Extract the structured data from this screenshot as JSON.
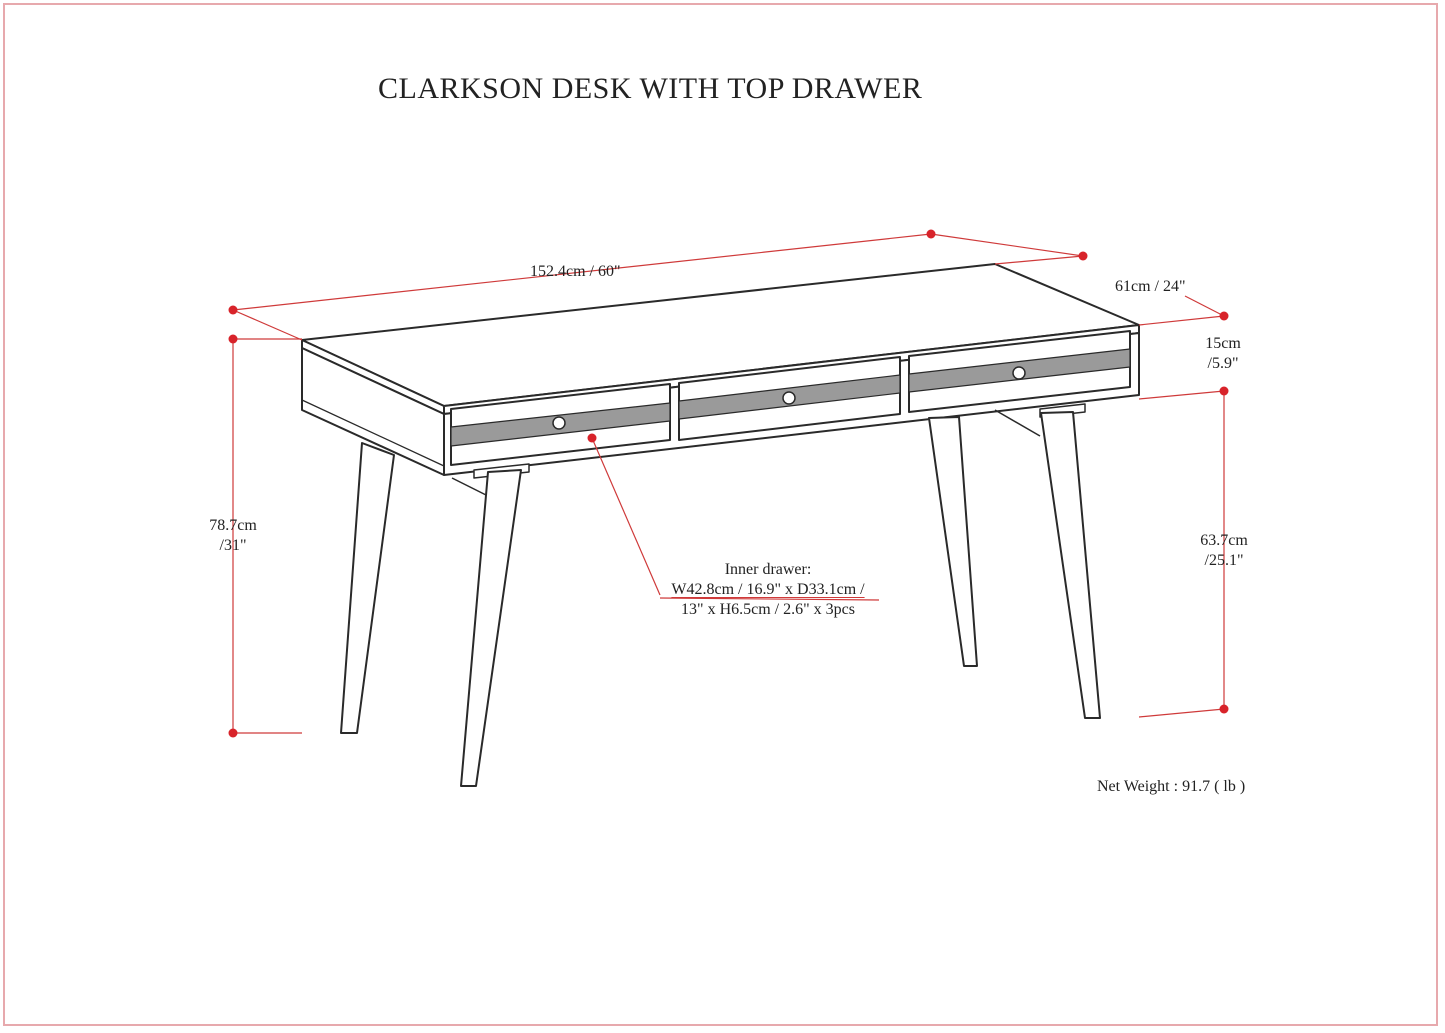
{
  "title": "CLARKSON DESK WITH TOP DRAWER",
  "dimensions": {
    "width": "152.4cm / 60\"",
    "depth": "61cm / 24\"",
    "apron_height_line1": "15cm",
    "apron_height_line2": "/5.9\"",
    "total_height_line1": "78.7cm",
    "total_height_line2": "/31\"",
    "leg_height_line1": "63.7cm",
    "leg_height_line2": "/25.1\""
  },
  "inner_drawer": {
    "heading": "Inner drawer:",
    "line1": "W42.8cm / 16.9\" x D33.1cm /",
    "line2": "13\" x H6.5cm / 2.6\" x 3pcs"
  },
  "net_weight": "Net Weight : 91.7 ( lb )",
  "colors": {
    "dimension_line": "#cf3a3a",
    "dimension_dot": "#d8232a",
    "outline": "#2a2a2a",
    "drawer_panel": "#9a9a9a",
    "frame": "#e7a9ad"
  }
}
